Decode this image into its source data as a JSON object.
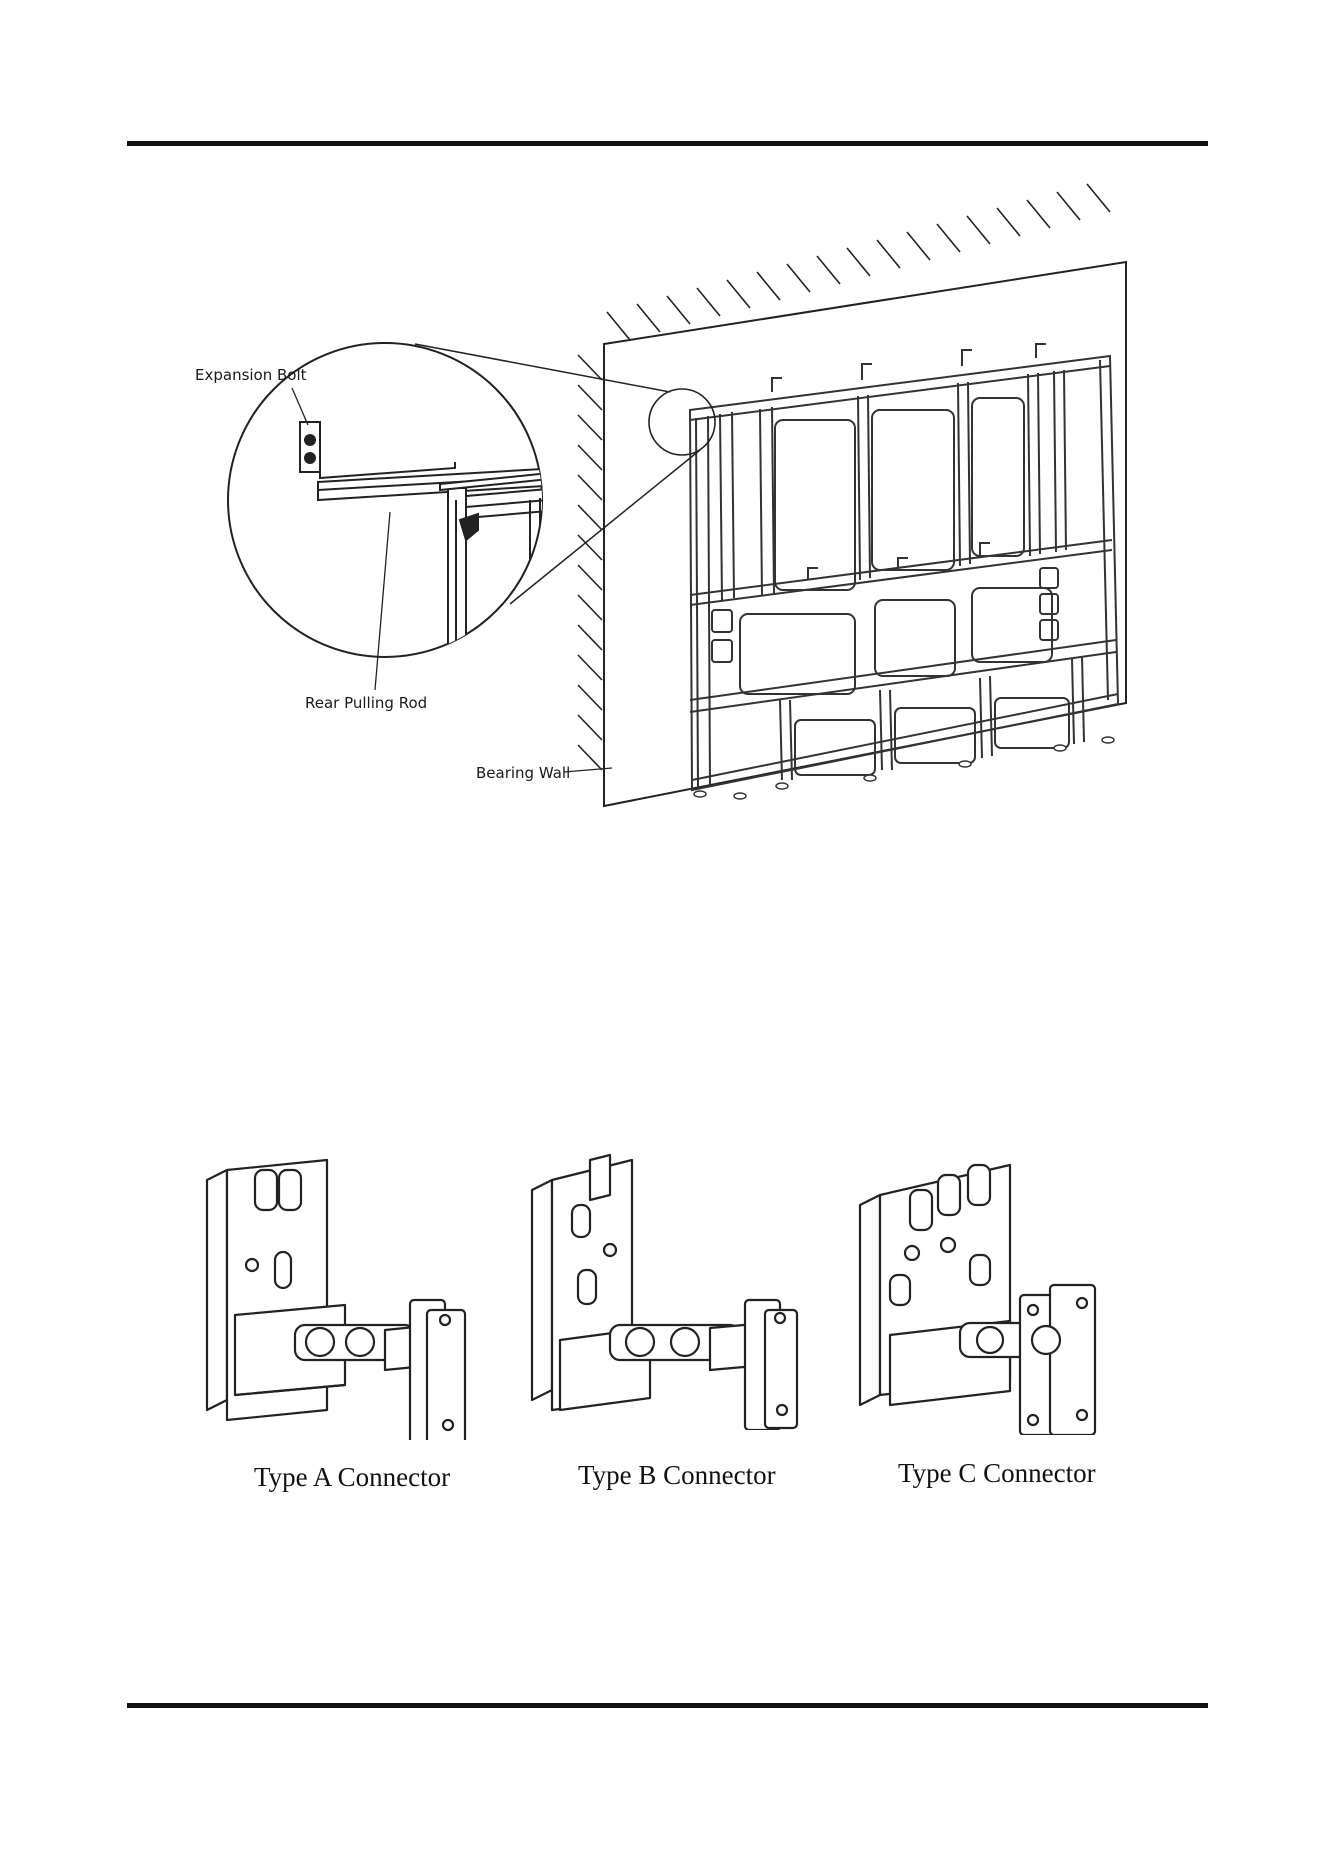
{
  "figure_top": {
    "callouts": {
      "expansion_bolt": "Expansion Bolt",
      "rear_pulling_rod": "Rear Pulling Rod",
      "bearing_wall": "Bearing Wall"
    }
  },
  "connectors": [
    {
      "caption": "Type A Connector"
    },
    {
      "caption": "Type B Connector"
    },
    {
      "caption": "Type C Connector"
    }
  ]
}
